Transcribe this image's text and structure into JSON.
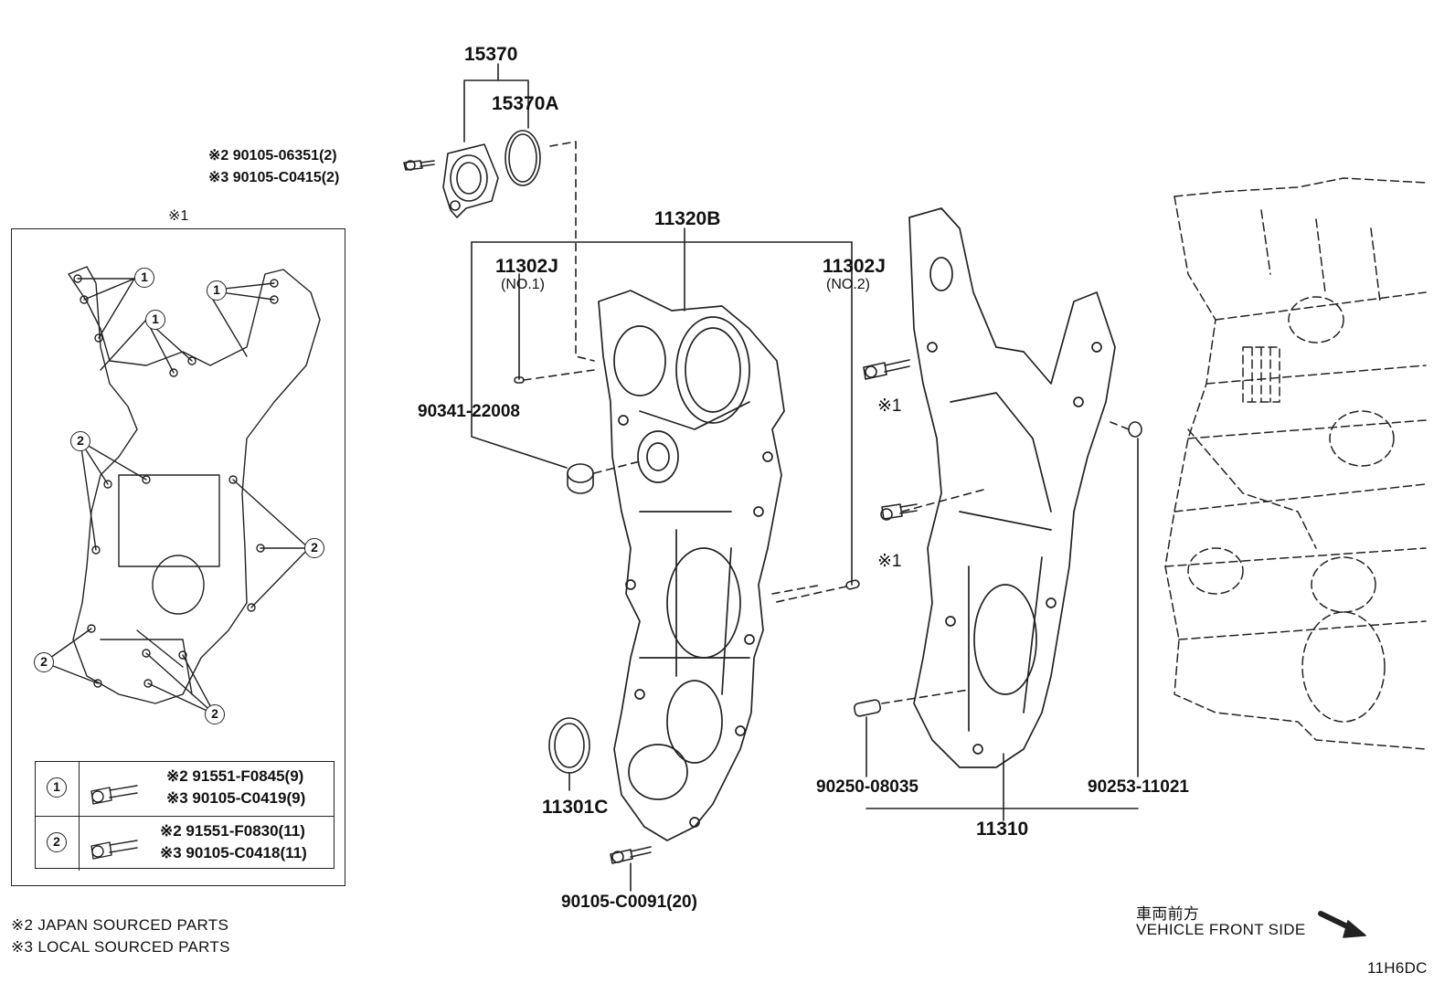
{
  "parts": {
    "p15370": "15370",
    "p15370A": "15370A",
    "bolt_top_1": "※2 90105-06351(2)",
    "bolt_top_2": "※3 90105-C0415(2)",
    "p11320B": "11320B",
    "p11302J_1": "11302J",
    "p11302J_1_sub": "(NO.1)",
    "p11302J_2": "11302J",
    "p11302J_2_sub": "(NO.2)",
    "p90341": "90341-22008",
    "p11301C": "11301C",
    "p90105_c0091": "90105-C0091(20)",
    "ref_1a": "※1",
    "ref_1b": "※1",
    "p90250": "90250-08035",
    "p90253": "90253-11021",
    "p11310": "11310"
  },
  "inset": {
    "title": "※1",
    "callouts": [
      "1",
      "1",
      "1",
      "2",
      "2",
      "2",
      "2"
    ],
    "legend": [
      {
        "num": "1",
        "line1": "※2 91551-F0845(9)",
        "line2": "※3 90105-C0419(9)"
      },
      {
        "num": "2",
        "line1": "※2 91551-F0830(11)",
        "line2": "※3 90105-C0418(11)"
      }
    ]
  },
  "notes": {
    "japan": "※2 JAPAN SOURCED PARTS",
    "local": "※3 LOCAL SOURCED PARTS"
  },
  "direction": {
    "jp": "車両前方",
    "en": "VEHICLE FRONT SIDE"
  },
  "diagram_code": "11H6DC"
}
